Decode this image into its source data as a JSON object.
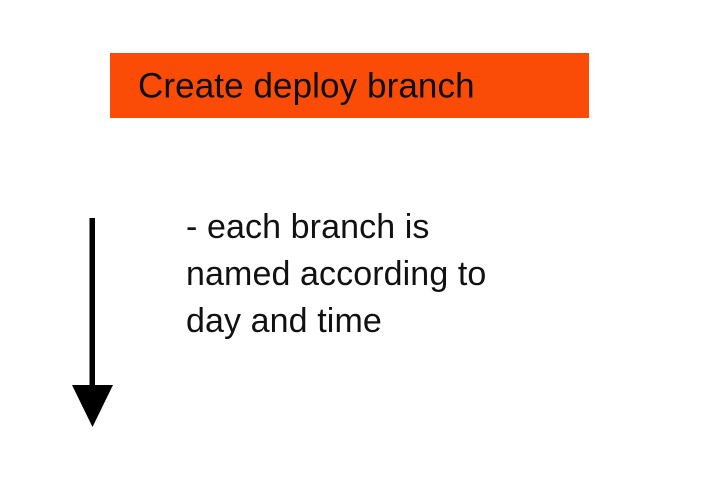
{
  "slide": {
    "background_color": "#ffffff",
    "title": {
      "text": "Create deploy branch",
      "background_color": "#fa4b07",
      "text_color": "#0d0d0d"
    },
    "body": {
      "lines": [
        "- each branch is",
        "named according to",
        "day and time"
      ],
      "text_color": "#111111"
    },
    "arrow": {
      "direction": "down",
      "color": "#000000",
      "icon_name": "down-arrow-icon"
    }
  }
}
